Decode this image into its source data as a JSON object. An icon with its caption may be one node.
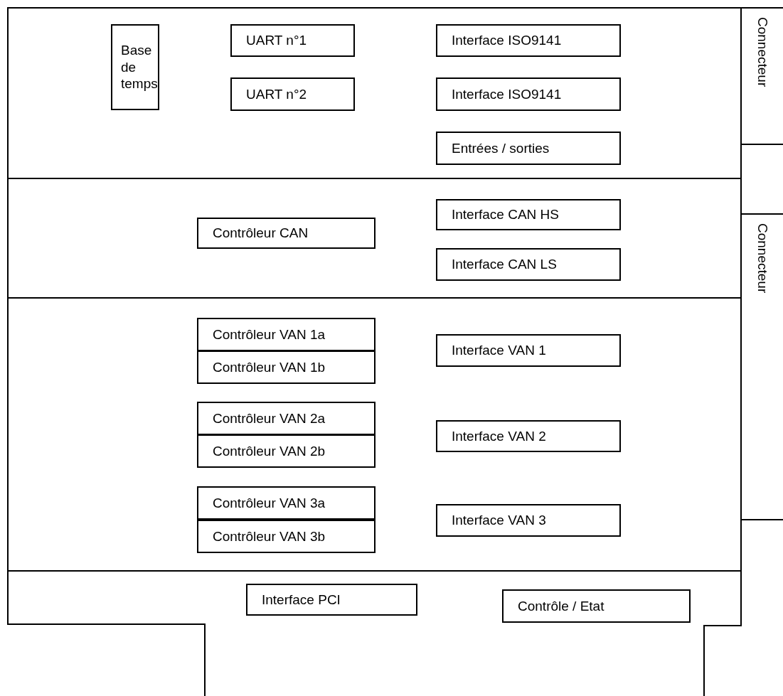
{
  "diagram": {
    "nodes": [
      {
        "text": [],
        "shape": "band"
      },
      {
        "text": [],
        "shape": "band"
      },
      {
        "text": [],
        "shape": "band"
      },
      {
        "text": [],
        "shape": "band"
      },
      {
        "text": [
          "Base de temps"
        ],
        "in": 0
      },
      {
        "text": [
          "UART n°1"
        ],
        "in": 0
      },
      {
        "text": [
          "UART n°2"
        ],
        "in": 0
      },
      {
        "text": [
          "Interface ISO9141"
        ],
        "in": 0
      },
      {
        "text": [
          "Interface ISO9141"
        ],
        "in": 0
      },
      {
        "text": [
          "Entrées / sorties"
        ],
        "in": 0
      },
      {
        "text": [
          "Contrôleur CAN"
        ],
        "in": 1
      },
      {
        "text": [
          "Interface CAN HS"
        ],
        "in": 1
      },
      {
        "text": [
          "Interface CAN LS"
        ],
        "in": 1
      },
      {
        "text": [
          "Contrôleur VAN 1a"
        ],
        "in": 2
      },
      {
        "text": [
          "Contrôleur VAN 1b"
        ],
        "in": 2
      },
      {
        "text": [
          "Interface VAN 1"
        ],
        "in": 2
      },
      {
        "text": [
          "Contrôleur VAN 2a"
        ],
        "in": 2
      },
      {
        "text": [
          "Contrôleur VAN 2b"
        ],
        "in": 2
      },
      {
        "text": [
          "Interface VAN 2"
        ],
        "in": 2
      },
      {
        "text": [
          "Contrôleur VAN 3a"
        ],
        "in": 2
      },
      {
        "text": [
          "Contrôleur VAN 3b"
        ],
        "in": 2
      },
      {
        "text": [
          "Interface VAN 3"
        ],
        "in": 2
      },
      {
        "text": [
          "Contrôle / Etat"
        ],
        "in": 3
      },
      {
        "text": [
          "Interface PCI"
        ],
        "in": 3
      },
      {
        "text": [
          "Connecteur"
        ]
      },
      {
        "text": [
          "Connecteur"
        ]
      }
    ],
    "edges": []
  }
}
